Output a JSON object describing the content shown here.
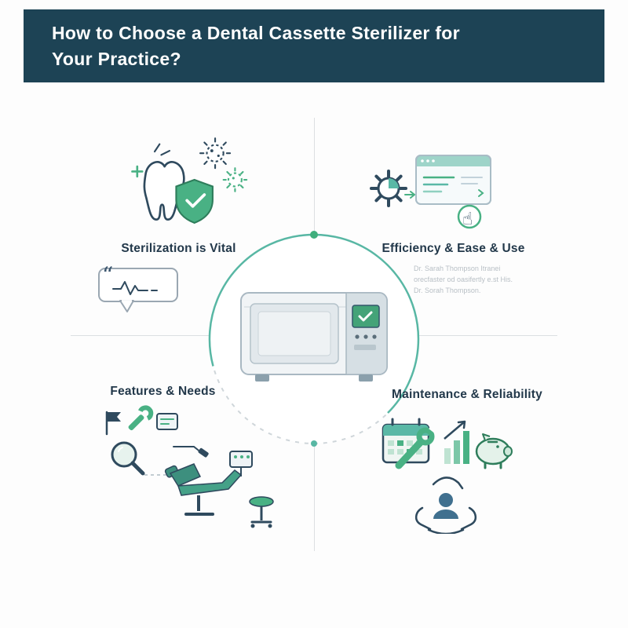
{
  "colors": {
    "header_bg": "#1d4355",
    "accent_green": "#49b184",
    "ring_teal": "#58b7a4",
    "text_navy": "#22384a",
    "muted_gray": "#b9c0c6"
  },
  "header": {
    "title_line1": "How to Choose a Dental Cassette Sterilizer for",
    "title_line2": "Your Practice?"
  },
  "center": {
    "illustration": "dental-cassette-sterilizer-autoclave"
  },
  "quadrants": {
    "top_left": {
      "label": "Sterilization is Vital"
    },
    "top_right": {
      "label": "Efficiency & Ease & Use",
      "quote_lines": [
        "Dr. Sarah Thompson Itranei",
        "orecfaster od oasifertly e.st His.",
        "Dr. Sorah Thompson."
      ]
    },
    "bottom_left": {
      "label": "Features & Needs"
    },
    "bottom_right": {
      "label": "Maintenance & Reliability"
    }
  },
  "icons": {
    "cursor_glyph": "☝",
    "quote_glyph": "“"
  }
}
